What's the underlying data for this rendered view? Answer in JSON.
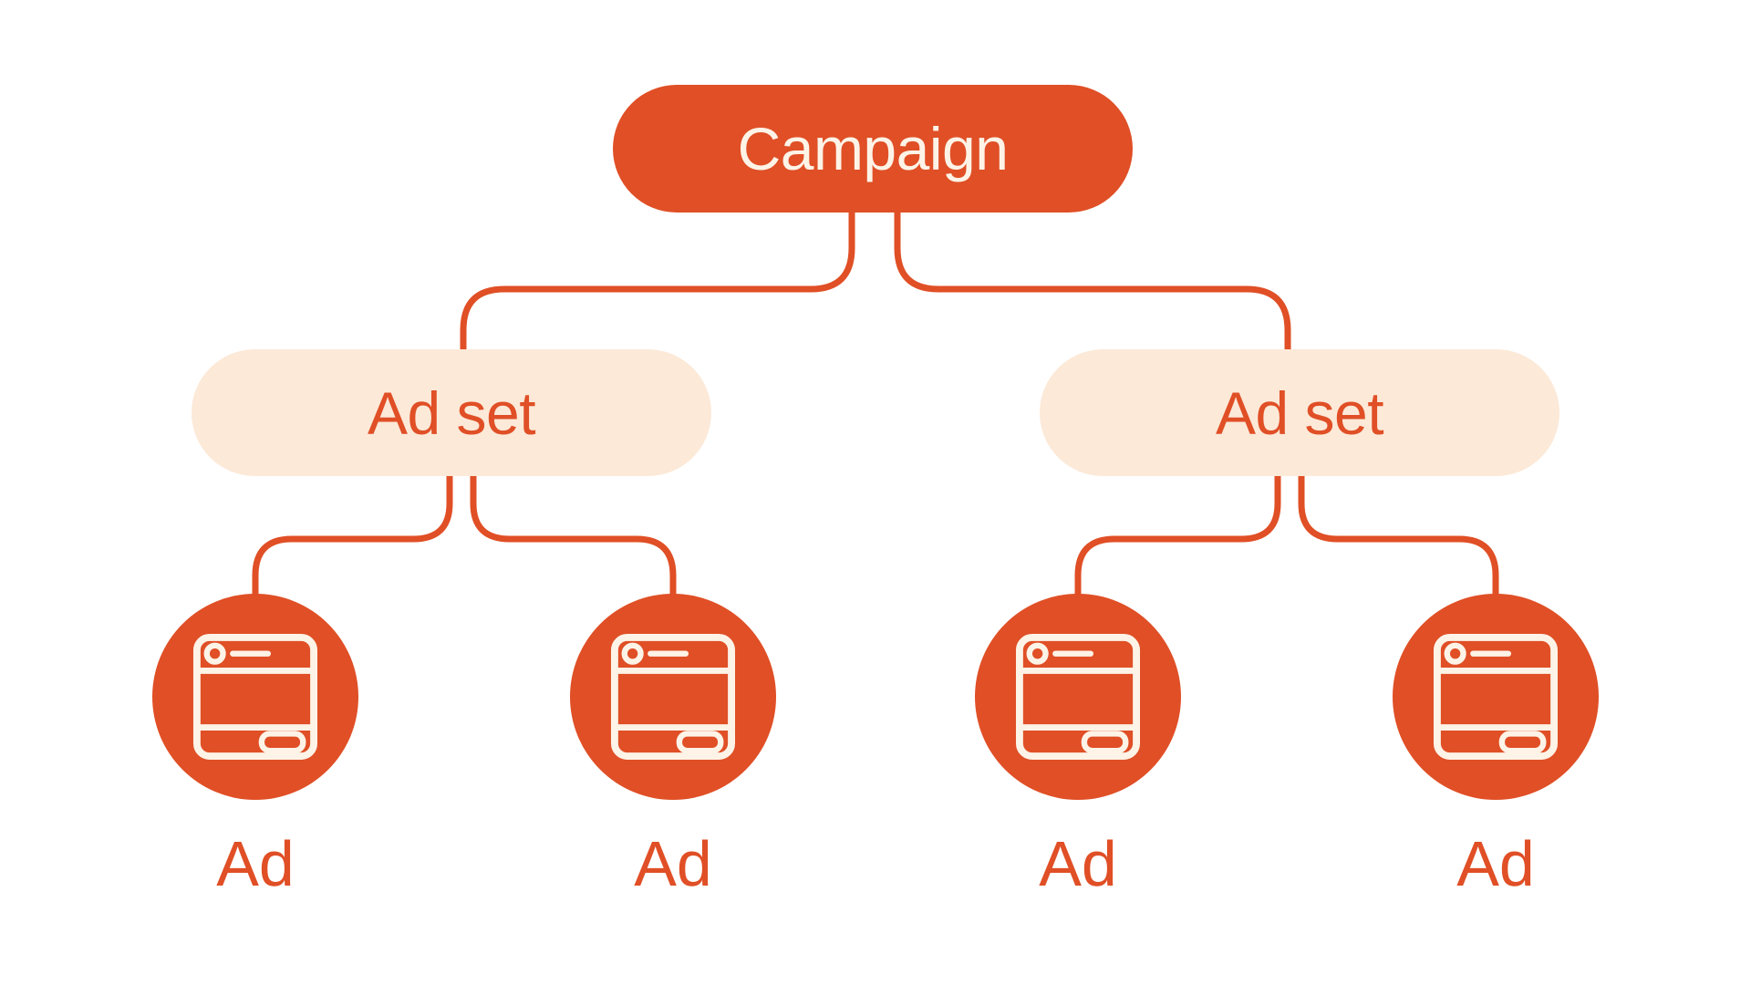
{
  "colors": {
    "orange": "#E04F26",
    "peach": "#FCE9D8",
    "cream": "#FDF3E7",
    "background": "#FFFFFF"
  },
  "nodes": {
    "campaign": {
      "label": "Campaign"
    },
    "ad_sets": [
      {
        "label": "Ad set"
      },
      {
        "label": "Ad set"
      }
    ],
    "ads": [
      {
        "label": "Ad"
      },
      {
        "label": "Ad"
      },
      {
        "label": "Ad"
      },
      {
        "label": "Ad"
      }
    ]
  },
  "icons": {
    "ad_node": "ad-preview-icon"
  }
}
